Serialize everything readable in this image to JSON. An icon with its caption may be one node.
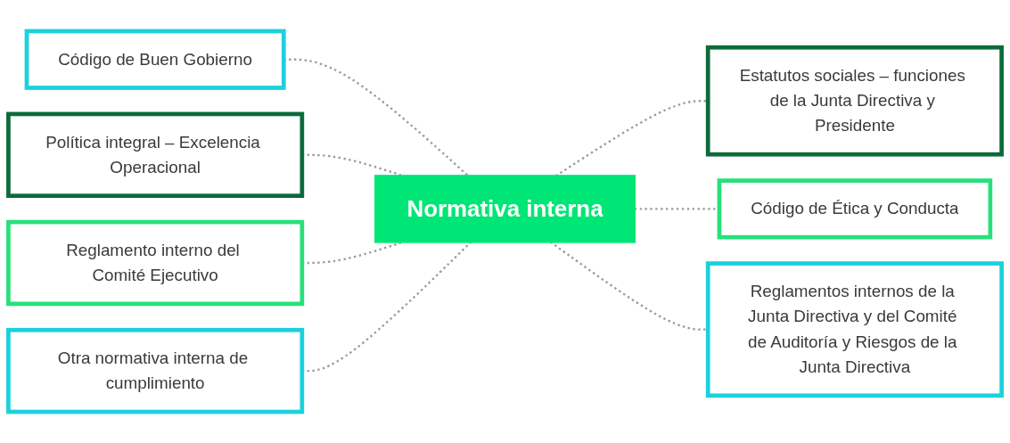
{
  "diagram": {
    "nodes": [
      {
        "text": [
          "Código de Buen Gobierno"
        ]
      },
      {
        "text": [
          "Política integral – Excelencia Operacional"
        ]
      },
      {
        "text": [
          "Reglamento interno del Comité Ejecutivo"
        ]
      },
      {
        "text": [
          "Otra normativa interna de cumplimiento"
        ]
      },
      {
        "text": [
          "Normativa interna"
        ]
      },
      {
        "text": [
          "Estatutos sociales – funciones de la Junta Directiva y Presidente"
        ]
      },
      {
        "text": [
          "Código de Ética y Conducta"
        ]
      },
      {
        "text": [
          "Reglamentos internos de la Junta Directiva y del Comité de Auditoría y Riesgos de la Junta Directiva"
        ]
      }
    ],
    "edges": [
      {
        "from": 0,
        "to": 4,
        "arrow": "none",
        "style": "dashed"
      },
      {
        "from": 1,
        "to": 4,
        "arrow": "none",
        "style": "dashed"
      },
      {
        "from": 2,
        "to": 4,
        "arrow": "none",
        "style": "dashed"
      },
      {
        "from": 3,
        "to": 4,
        "arrow": "none",
        "style": "dashed"
      },
      {
        "from": 4,
        "to": 5,
        "arrow": "none",
        "style": "dashed"
      },
      {
        "from": 4,
        "to": 6,
        "arrow": "none",
        "style": "dashed"
      },
      {
        "from": 4,
        "to": 7,
        "arrow": "none",
        "style": "dashed"
      }
    ]
  }
}
